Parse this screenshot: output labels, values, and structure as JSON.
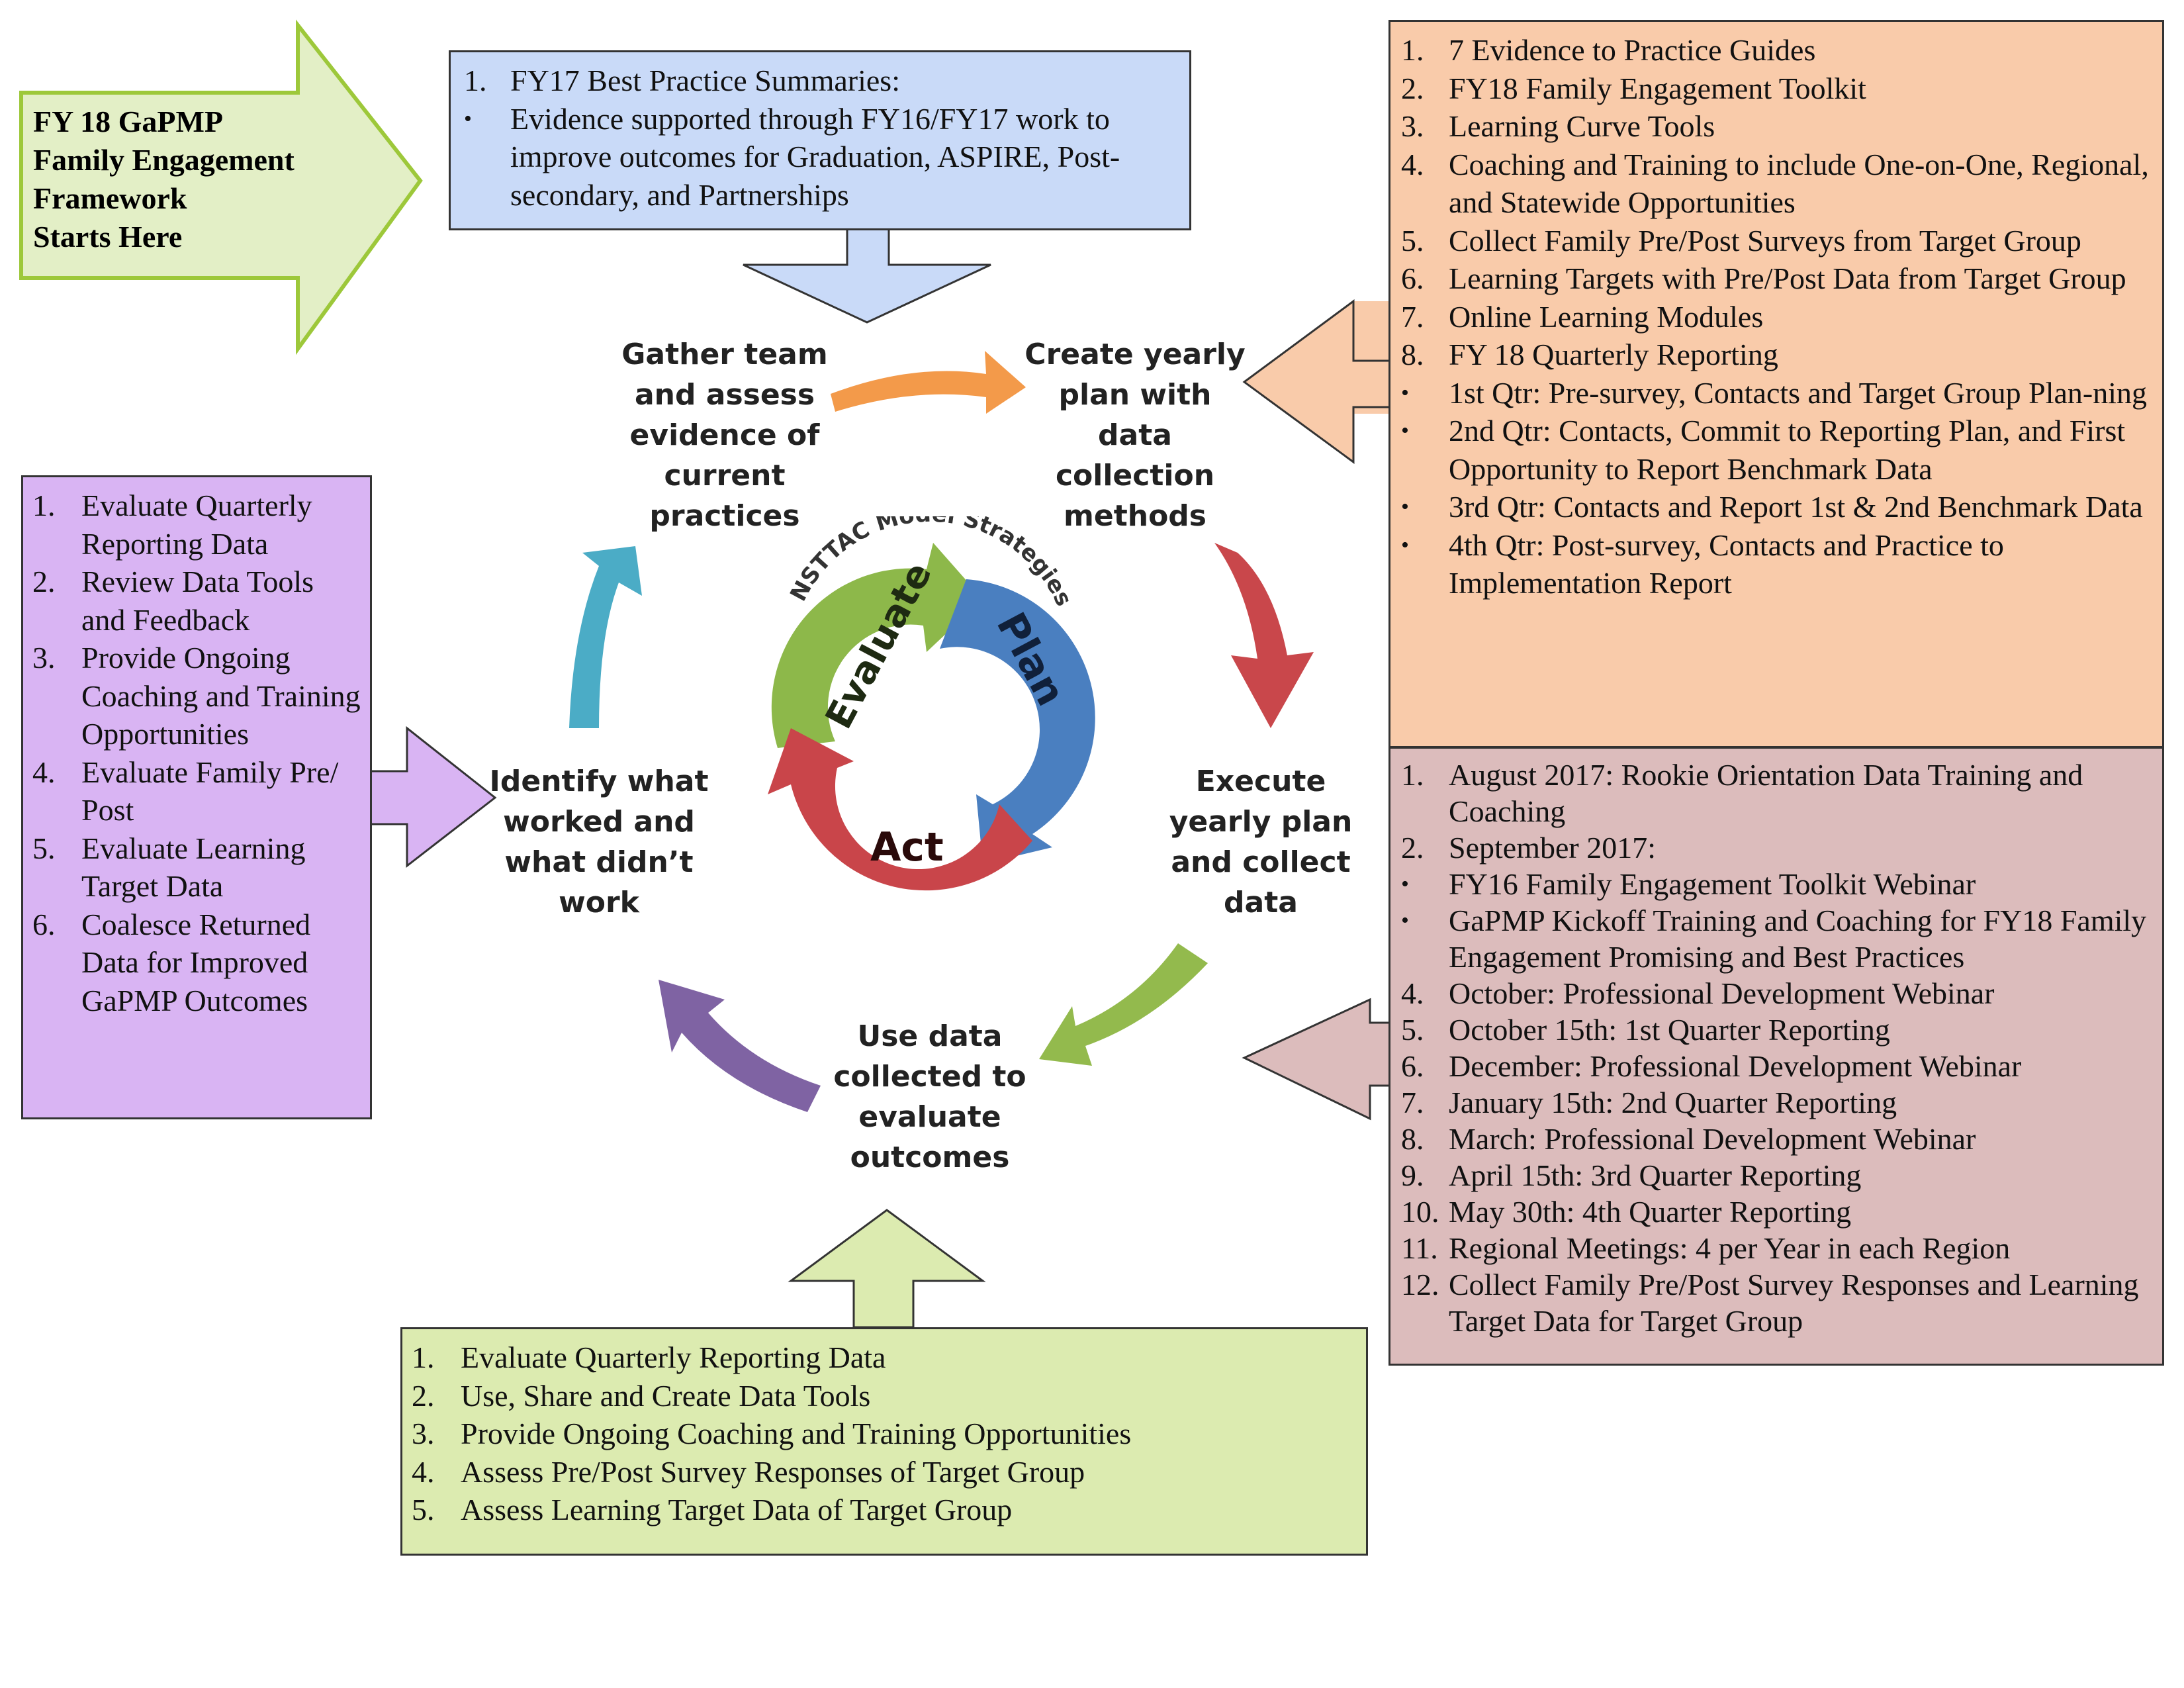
{
  "start_arrow": {
    "lines": [
      "FY 18 GaPMP",
      "Family Engagement",
      "Framework",
      "Starts Here"
    ]
  },
  "top_box": {
    "items": [
      {
        "marker": "1.",
        "text": "FY17 Best Practice Summaries:"
      },
      {
        "marker": "•",
        "text": "Evidence supported through FY16/FY17 work to improve outcomes for Graduation, ASPIRE, Post-secondary, and Partnerships"
      }
    ]
  },
  "peach_box": {
    "items": [
      {
        "marker": "1.",
        "text": "7 Evidence to Practice Guides"
      },
      {
        "marker": "2.",
        "text": "FY18 Family Engagement Toolkit"
      },
      {
        "marker": "3.",
        "text": "Learning Curve Tools"
      },
      {
        "marker": "4.",
        "text": "Coaching and Training to include One-on-One, Regional, and Statewide Opportunities"
      },
      {
        "marker": "5.",
        "text": "Collect Family Pre/Post Surveys from Target Group"
      },
      {
        "marker": "6.",
        "text": "Learning Targets with Pre/Post Data from Target Group"
      },
      {
        "marker": "7.",
        "text": "Online Learning Modules"
      },
      {
        "marker": "8.",
        "text": "FY 18 Quarterly Reporting"
      },
      {
        "marker": "•",
        "text": "1st Qtr: Pre-survey, Contacts and Target Group Plan-ning"
      },
      {
        "marker": "•",
        "text": "2nd Qtr: Contacts, Commit to Reporting Plan, and First Opportunity to Report Benchmark Data"
      },
      {
        "marker": "•",
        "text": "3rd Qtr: Contacts and Report 1st & 2nd Benchmark Data"
      },
      {
        "marker": "•",
        "text": "4th Qtr: Post-survey, Contacts and Practice to Implementation Report"
      }
    ]
  },
  "mauve_box": {
    "items": [
      {
        "marker": "1.",
        "text": "August 2017: Rookie  Orientation Data Training and Coaching"
      },
      {
        "marker": "2.",
        "text": "September 2017:"
      },
      {
        "marker": "•",
        "text": "FY16 Family Engagement Toolkit Webinar"
      },
      {
        "marker": "•",
        "text": "GaPMP Kickoff Training and Coaching for FY18 Family Engagement Promising and Best Practices"
      },
      {
        "marker": "4.",
        "text": "October: Professional Development Webinar"
      },
      {
        "marker": "5.",
        "text": "October 15th: 1st Quarter Reporting"
      },
      {
        "marker": "6.",
        "text": "December: Professional Development Webinar"
      },
      {
        "marker": "7.",
        "text": "January 15th: 2nd Quarter Reporting"
      },
      {
        "marker": "8.",
        "text": "March: Professional Development Webinar"
      },
      {
        "marker": "9.",
        "text": "April 15th: 3rd Quarter Reporting"
      },
      {
        "marker": "10.",
        "text": "May 30th: 4th Quarter Reporting"
      },
      {
        "marker": "11.",
        "text": " Regional Meetings: 4 per Year in each Region"
      },
      {
        "marker": "12.",
        "text": " Collect Family Pre/Post Survey Responses and Learning Target Data for Target Group"
      }
    ]
  },
  "purple_box": {
    "items": [
      {
        "marker": "1.",
        "text": "Evaluate Quarterly Reporting Data"
      },
      {
        "marker": "2.",
        "text": "Review Data Tools and Feedback"
      },
      {
        "marker": "3.",
        "text": "Provide Ongoing Coaching and Training Opportunities"
      },
      {
        "marker": "4.",
        "text": "Evaluate Family Pre/ Post"
      },
      {
        "marker": "5.",
        "text": "Evaluate Learning Target Data"
      },
      {
        "marker": "6.",
        "text": "Coalesce Returned Data for Improved GaPMP Outcomes"
      }
    ]
  },
  "bottom_box": {
    "items": [
      {
        "marker": "1.",
        "text": "Evaluate Quarterly Reporting Data"
      },
      {
        "marker": "2.",
        "text": "Use, Share and Create Data Tools"
      },
      {
        "marker": "3.",
        "text": "Provide Ongoing Coaching and Training Opportunities"
      },
      {
        "marker": "4.",
        "text": "Assess Pre/Post Survey Responses of Target Group"
      },
      {
        "marker": "5.",
        "text": "Assess Learning Target Data of Target Group"
      }
    ]
  },
  "cycle": {
    "gather": [
      "Gather team",
      "and assess",
      "evidence of",
      "current",
      "practices"
    ],
    "create": [
      "Create yearly",
      "plan with",
      "data",
      "collection",
      "methods"
    ],
    "execute": [
      "Execute",
      "yearly plan",
      "and collect",
      "data"
    ],
    "use": [
      "Use data",
      "collected to",
      "evaluate",
      "outcomes"
    ],
    "identify": [
      "Identify what",
      "worked and",
      "what didn’t",
      "work"
    ]
  },
  "center": {
    "title": "NSTTAC Model Strategies",
    "evaluate": "Evaluate",
    "plan": "Plan",
    "act": "Act"
  },
  "colors": {
    "green_arrow": "#e3efc6",
    "blue_box": "#c9daf8",
    "peach_box": "#f9cbaa",
    "mauve_box": "#dcbcbc",
    "purple_box": "#d9b4f3",
    "lime_box": "#dcebb0",
    "arrow_orange": "#f39a4a",
    "arrow_red": "#c9474b",
    "arrow_green": "#93ba4d",
    "arrow_purple": "#7f63a3",
    "arrow_teal": "#4bacc6",
    "wheel_green": "#8db84a",
    "wheel_blue": "#4a7fc0",
    "wheel_red": "#c9454a"
  }
}
